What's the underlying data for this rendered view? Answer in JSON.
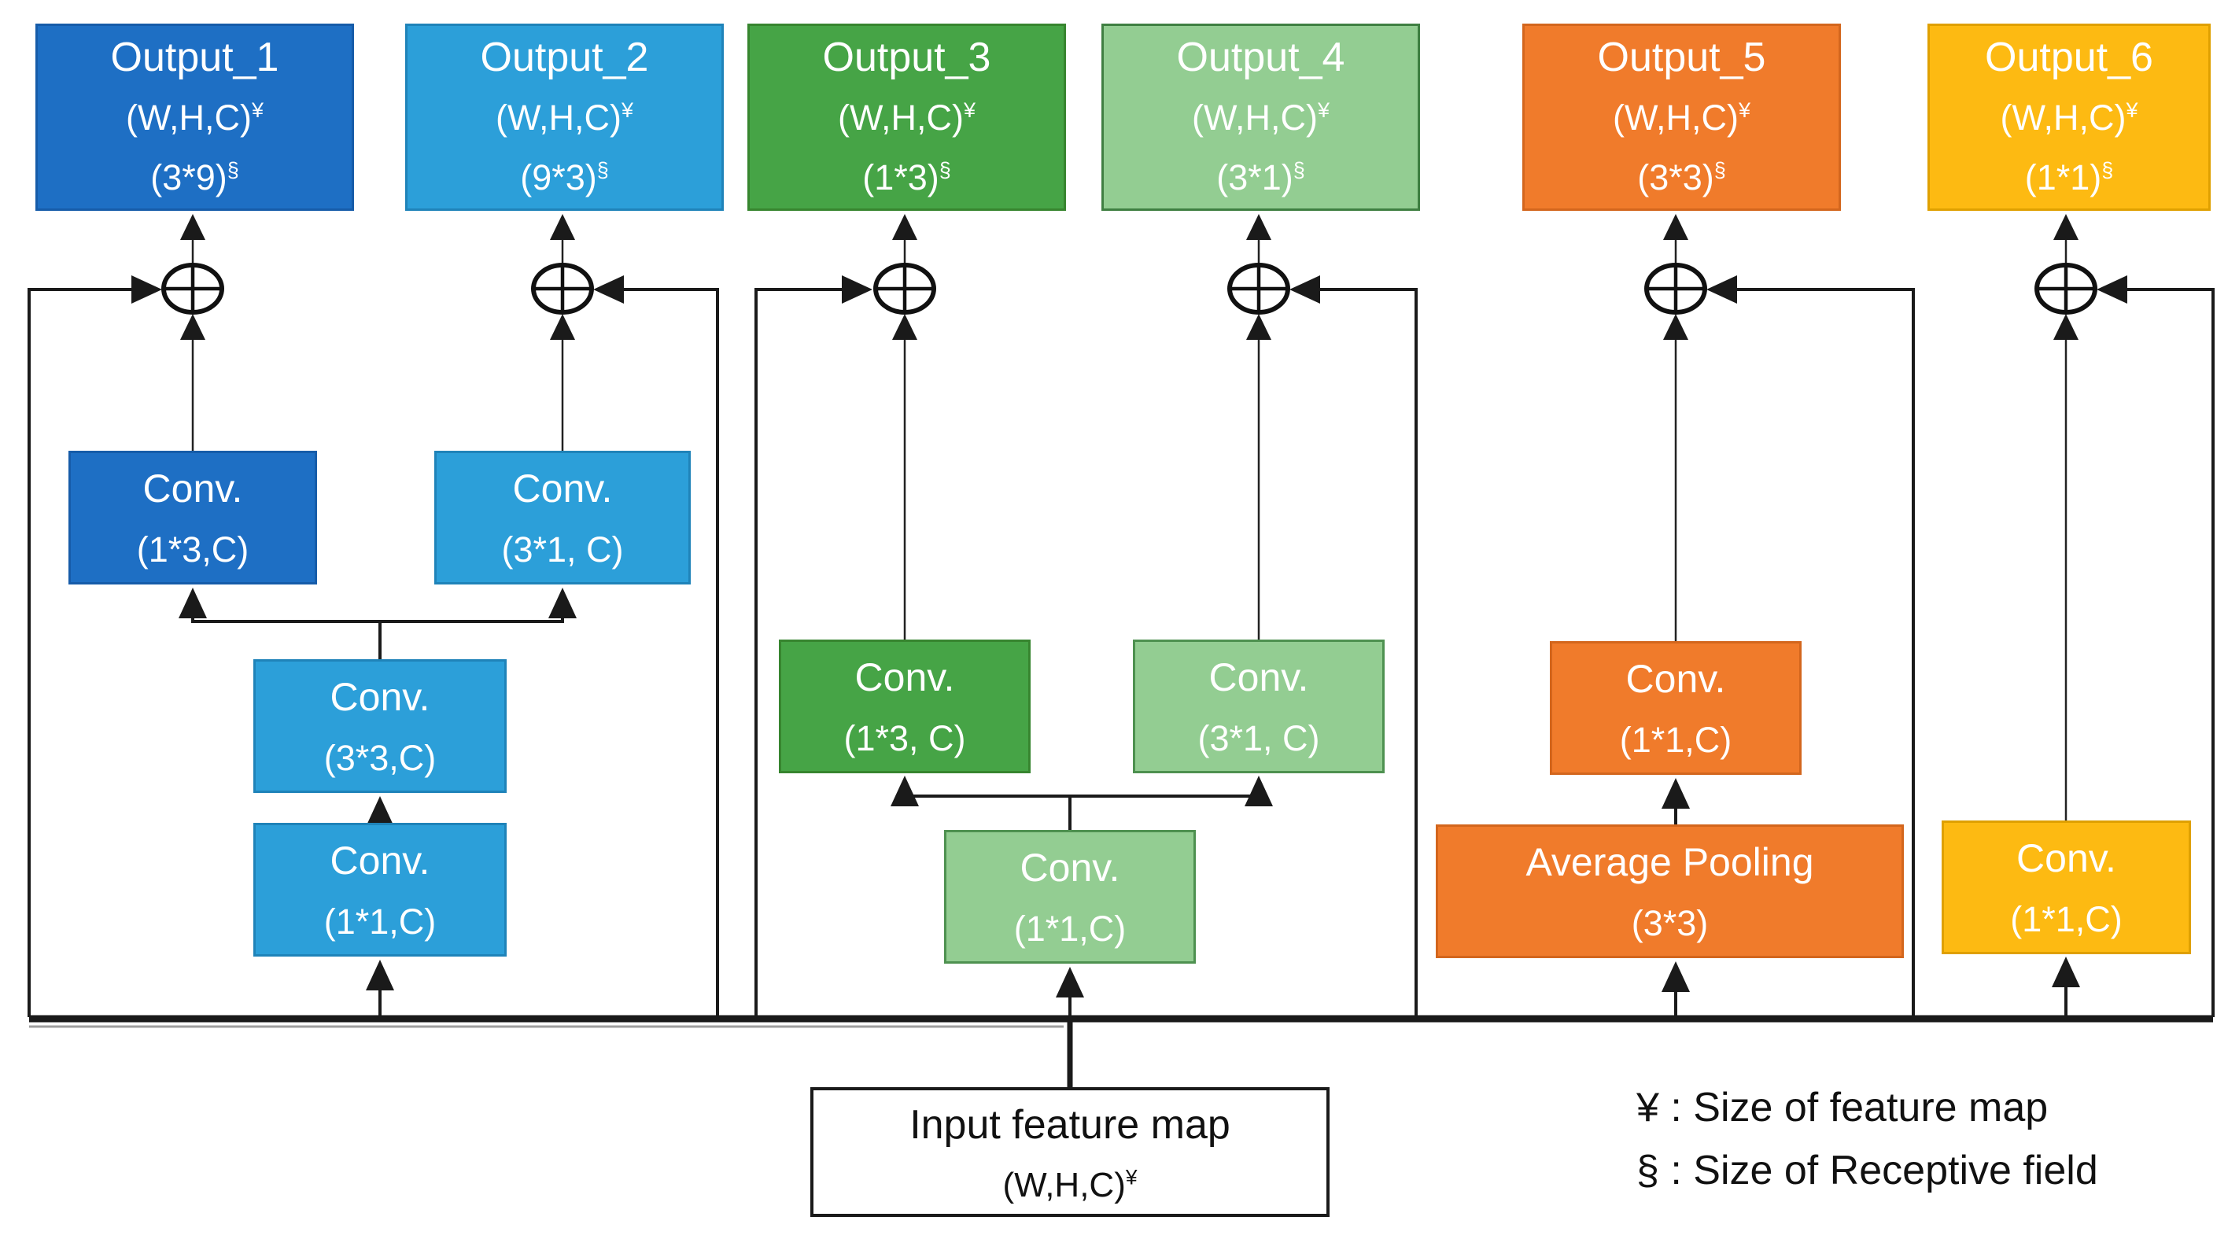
{
  "outputs": [
    {
      "title": "Output_1",
      "feature": "(W,H,C)",
      "feature_sup": "¥",
      "rf": "(3*9)",
      "rf_sup": "§",
      "color": "#1E6FC4"
    },
    {
      "title": "Output_2",
      "feature": "(W,H,C)",
      "feature_sup": "¥",
      "rf": "(9*3)",
      "rf_sup": "§",
      "color": "#2C9FD9"
    },
    {
      "title": "Output_3",
      "feature": "(W,H,C)",
      "feature_sup": "¥",
      "rf": "(1*3)",
      "rf_sup": "§",
      "color": "#46A446"
    },
    {
      "title": "Output_4",
      "feature": "(W,H,C)",
      "feature_sup": "¥",
      "rf": "(3*1)",
      "rf_sup": "§",
      "color": "#93CD92"
    },
    {
      "title": "Output_5",
      "feature": "(W,H,C)",
      "feature_sup": "¥",
      "rf": "(3*3)",
      "rf_sup": "§",
      "color": "#F07B2B"
    },
    {
      "title": "Output_6",
      "feature": "(W,H,C)",
      "feature_sup": "¥",
      "rf": "(1*1)",
      "rf_sup": "§",
      "color": "#FDBA12"
    }
  ],
  "blocks": {
    "conv_1x3_blue": {
      "line1": "Conv.",
      "line2": "(1*3,C)",
      "color": "#1E6FC4"
    },
    "conv_3x1_blue": {
      "line1": "Conv.",
      "line2": "(3*1, C)",
      "color": "#2C9FD9"
    },
    "conv_3x3_blue": {
      "line1": "Conv.",
      "line2": "(3*3,C)",
      "color": "#2C9FD9"
    },
    "conv_1x1_blue": {
      "line1": "Conv.",
      "line2": "(1*1,C)",
      "color": "#2C9FD9"
    },
    "conv_1x3_green": {
      "line1": "Conv.",
      "line2": "(1*3, C)",
      "color": "#46A446"
    },
    "conv_3x1_green": {
      "line1": "Conv.",
      "line2": "(3*1, C)",
      "color": "#93CD92"
    },
    "conv_1x1_green": {
      "line1": "Conv.",
      "line2": "(1*1,C)",
      "color": "#93CD92"
    },
    "conv_1x1_orange": {
      "line1": "Conv.",
      "line2": "(1*1,C)",
      "color": "#F07B2B"
    },
    "avg_pool": {
      "line1": "Average Pooling",
      "line2": "(3*3)",
      "color": "#F07B2B"
    },
    "conv_1x1_yellow": {
      "line1": "Conv.",
      "line2": "(1*1,C)",
      "color": "#FDBA12"
    }
  },
  "input_box": {
    "line1": "Input feature map",
    "line2": "(W,H,C)",
    "line2_sup": "¥"
  },
  "legend": [
    {
      "text": "¥ : Size of feature map"
    },
    {
      "text": "§ : Size of Receptive field"
    }
  ],
  "operators": {
    "merge_symbol": "⊕",
    "meaning": "element-wise add node"
  },
  "colors": {
    "dark_blue": "#1E6FC4",
    "light_blue": "#2C9FD9",
    "dark_green": "#46A446",
    "light_green": "#93CD92",
    "orange": "#F07B2B",
    "yellow": "#FDBA12",
    "line": "#1a1a1a",
    "background": "#FFFFFF",
    "box_text": "#FFFFFF",
    "legend_text": "#111111"
  }
}
